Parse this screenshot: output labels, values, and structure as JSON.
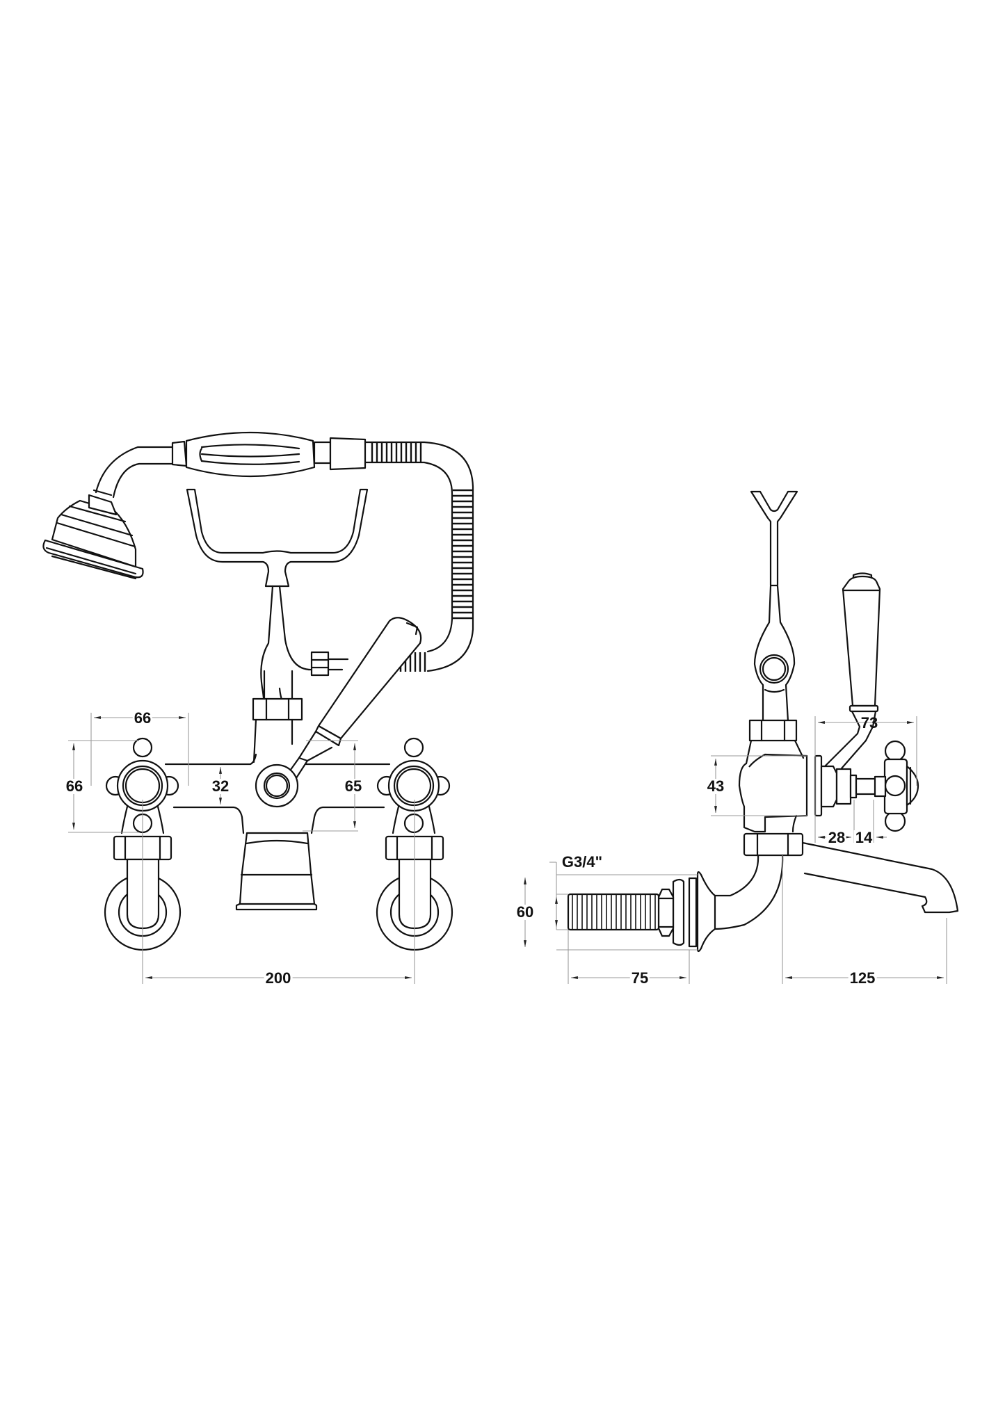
{
  "drawing": {
    "subject": "Bath shower mixer tap",
    "views": [
      {
        "id": "front-view",
        "name": "Front elevation"
      },
      {
        "id": "side-view",
        "name": "Side elevation"
      }
    ],
    "line_color": "#111111",
    "dimension_color": "#9a9a9a",
    "background": "#ffffff"
  },
  "dimensions": {
    "front": {
      "handle_width": "66",
      "handle_height": "66",
      "body_height": "32",
      "body_overall_height": "65",
      "centres": "200"
    },
    "side": {
      "lever_projection": "73",
      "body_height": "43",
      "spindle_a": "28",
      "spindle_b": "14",
      "thread": "G3/4\"",
      "flange_diameter": "60",
      "inlet_length": "75",
      "spout_reach": "125"
    }
  }
}
